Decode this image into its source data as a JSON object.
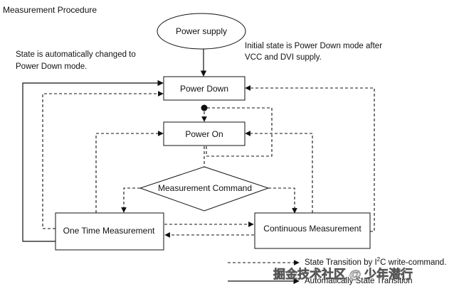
{
  "title": "Measurement Procedure",
  "nodes": {
    "power_supply": "Power supply",
    "power_down": "Power Down",
    "power_on": "Power On",
    "measurement_command": "Measurement Command",
    "one_time": "One Time Measurement",
    "continuous": "Continuous Measurement"
  },
  "notes": {
    "initial_state_line1": "Initial state is Power Down mode after",
    "initial_state_line2": "VCC and DVI supply.",
    "auto_change_line1": "State is automatically changed to",
    "auto_change_line2": "Power Down mode."
  },
  "legend": {
    "dashed_pre": "State Transition by I",
    "dashed_sup": "2",
    "dashed_post": "C write-command.",
    "solid": "Automatically State Transition"
  },
  "watermark": "掘金技术社区 @ 少年潜行"
}
